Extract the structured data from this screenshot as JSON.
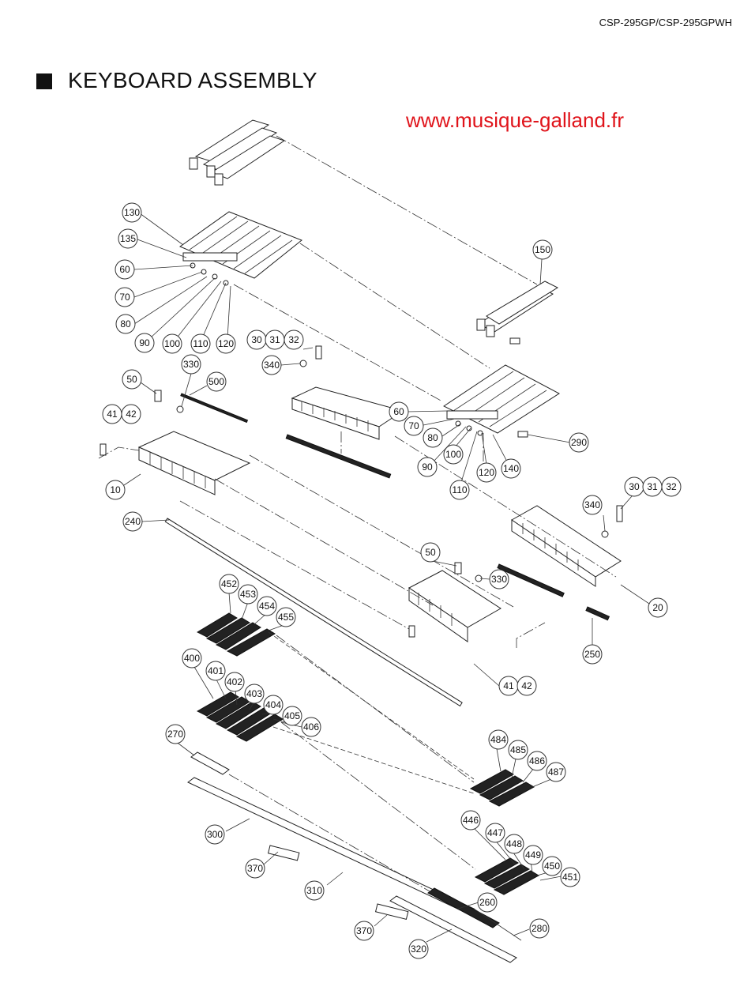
{
  "header": {
    "model": "CSP-295GP/CSP-295GPWH",
    "title": "KEYBOARD ASSEMBLY",
    "watermark_url": "www.musique-galland.fr",
    "watermark_color": "#e0141b"
  },
  "callouts": [
    "130",
    "135",
    "60",
    "70",
    "80",
    "90",
    "100",
    "110",
    "120",
    "150",
    "30",
    "31",
    "32",
    "340",
    "330",
    "500",
    "50",
    "41",
    "42",
    "10",
    "240",
    "60",
    "70",
    "80",
    "90",
    "100",
    "110",
    "120",
    "140",
    "290",
    "340",
    "30",
    "31",
    "32",
    "20",
    "50",
    "330",
    "250",
    "41",
    "42",
    "452",
    "453",
    "454",
    "455",
    "400",
    "401",
    "402",
    "403",
    "404",
    "405",
    "406",
    "270",
    "484",
    "485",
    "486",
    "487",
    "300",
    "446",
    "447",
    "448",
    "449",
    "450",
    "451",
    "370",
    "310",
    "260",
    "280",
    "370",
    "320"
  ]
}
